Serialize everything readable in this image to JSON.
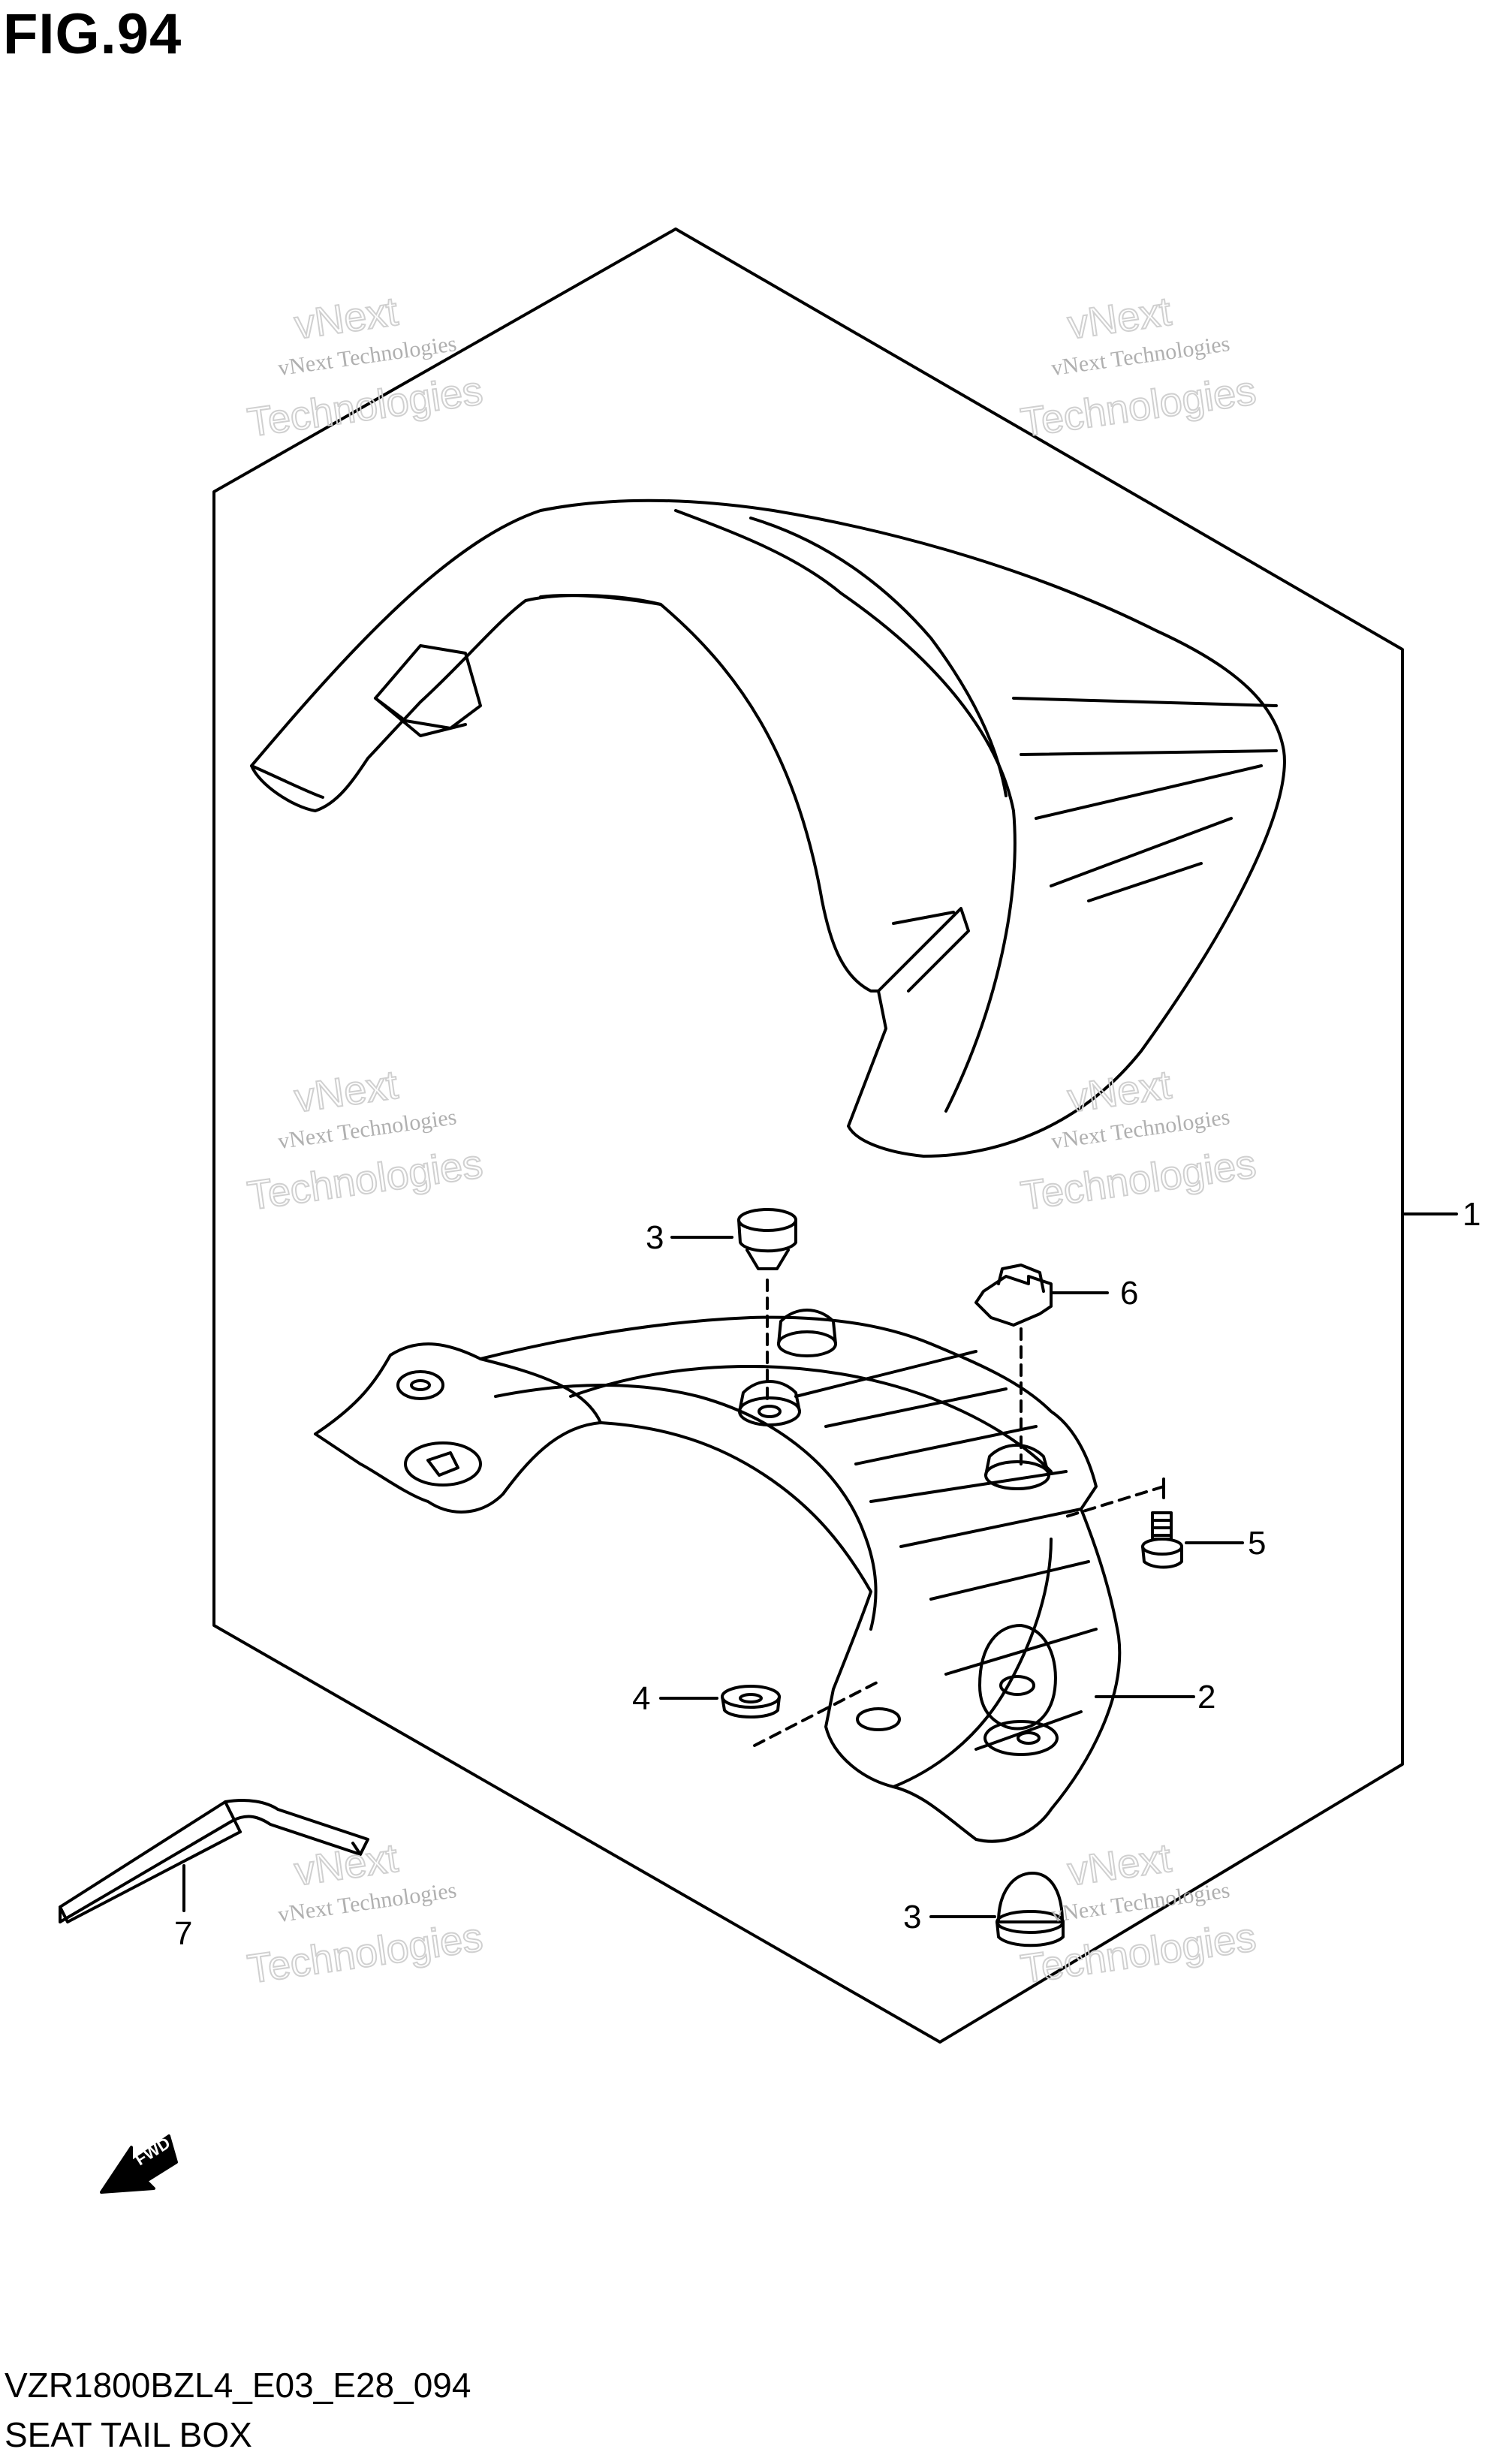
{
  "figure": {
    "title": "FIG.94",
    "model_code": "VZR1800BZL4_E03_E28_094",
    "caption": "SEAT TAIL BOX"
  },
  "callouts": [
    {
      "id": "c1",
      "label": "1"
    },
    {
      "id": "c2",
      "label": "2"
    },
    {
      "id": "c3a",
      "label": "3"
    },
    {
      "id": "c3b",
      "label": "3"
    },
    {
      "id": "c4",
      "label": "4"
    },
    {
      "id": "c5",
      "label": "5"
    },
    {
      "id": "c6",
      "label": "6"
    },
    {
      "id": "c7",
      "label": "7"
    }
  ],
  "watermark": {
    "line1": "vNext Technologies",
    "line2a": "vNext",
    "line2b": "Technologies"
  },
  "fwd_arrow": {
    "label": "FWD"
  }
}
